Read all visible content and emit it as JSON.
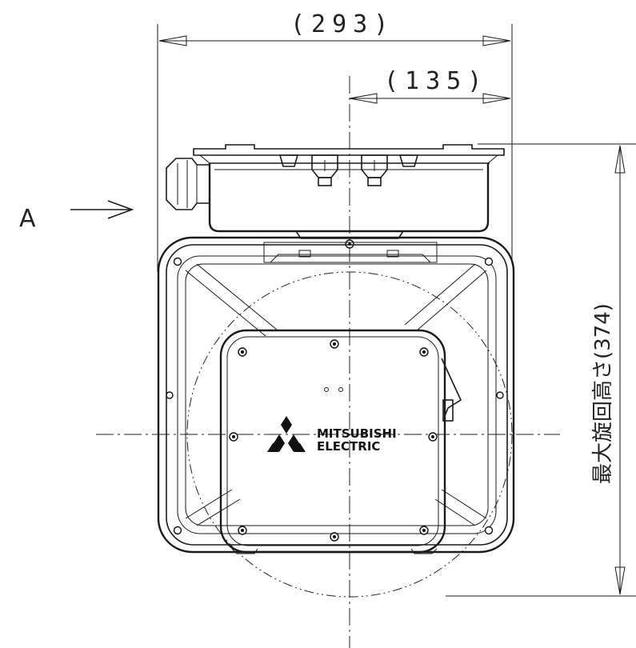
{
  "dimensions": {
    "overall_width": "(293)",
    "offset_width": "(135)",
    "max_height_label": "最大旋回高さ(374)"
  },
  "view": {
    "label": "A"
  },
  "logo": {
    "line1": "MITSUBISHI",
    "line2": "ELECTRIC"
  }
}
